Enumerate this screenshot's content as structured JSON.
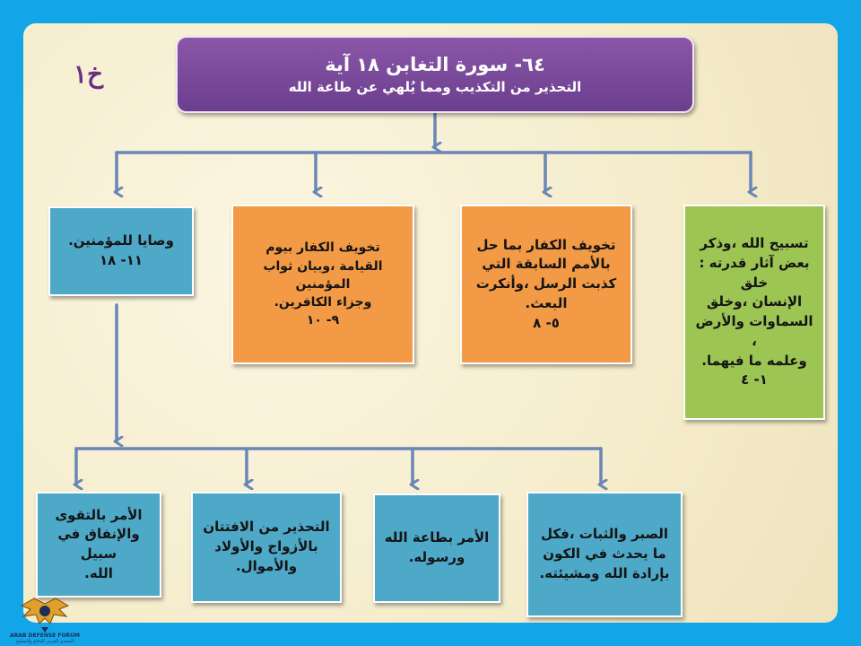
{
  "title": {
    "main": "٦٤- سورة التغابن ١٨ آية",
    "sub": "التحذير من التكذيب ومما يُلهي عن طاعة الله"
  },
  "page_label": "خ١",
  "top_boxes": [
    {
      "lines": [
        "تسبيح الله ،وذكر",
        "بعض آثار قدرته : خلق",
        "الإنسان ،وخلق",
        "السماوات والأرض ،",
        "وعلمه ما فيهما."
      ],
      "range": "١- ٤",
      "color": "#9cc553"
    },
    {
      "lines": [
        "تخويف الكفار بما حل",
        "بالأمم السابقة التي",
        "كذبت الرسل ،وأنكرت",
        "البعث."
      ],
      "range": "٥- ٨",
      "color": "#f29a45"
    },
    {
      "lines": [
        "تخويف الكفار بيوم",
        "القيامة ،وبيان ثواب المؤمنين",
        "وجزاء الكافرين."
      ],
      "range": "٩- ١٠",
      "color": "#f29a45"
    },
    {
      "lines": [
        "وصايا للمؤمنين."
      ],
      "range": "١١- ١٨",
      "color": "#4ea9c8"
    }
  ],
  "bottom_boxes": [
    {
      "lines": [
        "الصبر والثبات ،فكل",
        "ما يحدث في الكون",
        "بإرادة الله ومشيئته."
      ]
    },
    {
      "lines": [
        "الأمر بطاعة الله",
        "ورسوله."
      ]
    },
    {
      "lines": [
        "التحذير من الافتتان",
        "بالأزواج والأولاد",
        "والأموال."
      ]
    },
    {
      "lines": [
        "الأمر بالتقوى",
        "والإنفاق في سبيل",
        "الله."
      ]
    }
  ],
  "watermark": {
    "name": "ARAB DEFENSE FORUM",
    "sub": "المنتدى العربي للدفاع والتسليح"
  },
  "colors": {
    "background": "#12a6e8",
    "slide": "#f7f1d6",
    "title": "#7a4a9a",
    "connector": "#6a86b8",
    "blue": "#4ea9c8",
    "orange": "#f29a45",
    "green": "#9cc553"
  }
}
